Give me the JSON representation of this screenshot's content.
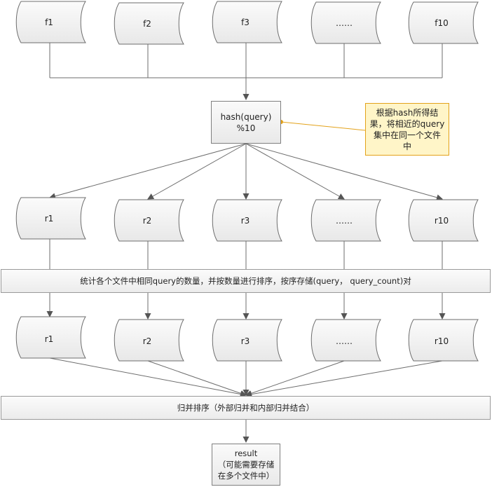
{
  "row1": [
    "f1",
    "f2",
    "f3",
    "……",
    "f10"
  ],
  "hash_box": {
    "line1": "hash(query)",
    "line2": "%10"
  },
  "note": {
    "line1": "根据hash所得结",
    "line2": "果，将相近的query",
    "line3": "集中在同一个文件",
    "line4": "中"
  },
  "row2": [
    "r1",
    "r2",
    "r3",
    "……",
    "r10"
  ],
  "bar1": "统计各个文件中相同query的数量，并按数量进行排序，按序存储(query， query_count)对",
  "row3": [
    "r1",
    "r2",
    "r3",
    "……",
    "r10"
  ],
  "bar2": "归并排序（外部归并和内部归并结合）",
  "result": {
    "line1": "result",
    "line2": "（可能需要存储",
    "line3": "在多个文件中）"
  },
  "colors": {
    "stroke": "#6d6d6d",
    "note_border": "#e3a21a",
    "note_fill": "#fff5c8",
    "connector": "#e3a21a"
  }
}
